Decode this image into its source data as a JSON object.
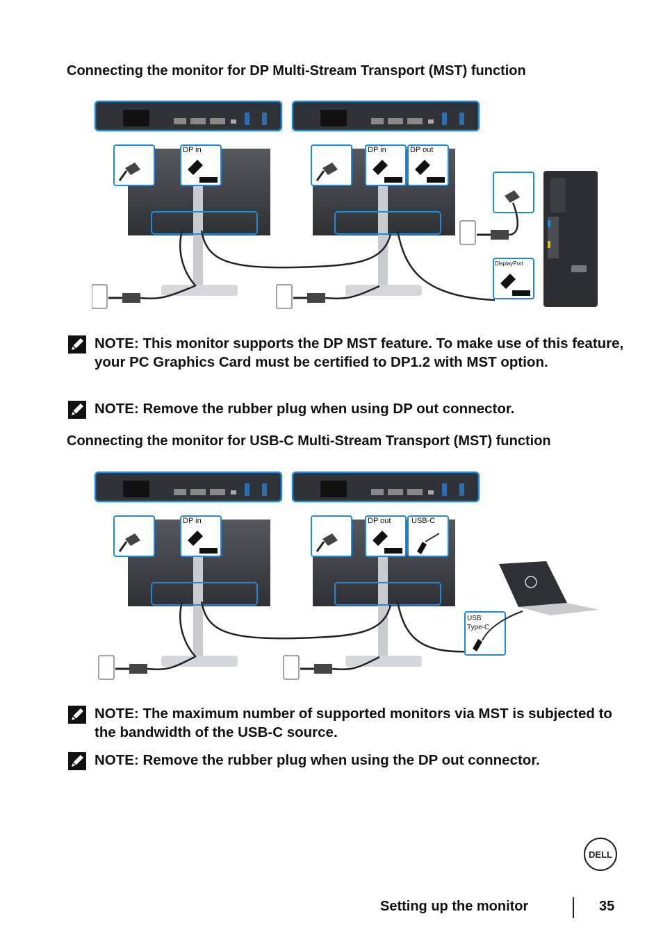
{
  "section1": {
    "heading": "Connecting the monitor for DP Multi-Stream Transport (MST) function",
    "labels": {
      "dp_in": "DP in",
      "dp_in_2": "DP in",
      "dp_out": "DP out",
      "displayport": "DisplayPort"
    }
  },
  "notes1": [
    "NOTE: This monitor supports the DP MST feature. To make use of this feature, your PC Graphics Card must be certified to DP1.2 with MST option.",
    "NOTE: Remove the rubber plug when using DP out connector."
  ],
  "section2": {
    "heading": "Connecting the monitor for USB-C Multi-Stream Transport (MST) function",
    "labels": {
      "dp_in": "DP in",
      "dp_out": "DP out",
      "usb_c": "USB-C",
      "usb": "USB",
      "type_c": "Type-C"
    }
  },
  "notes2": [
    "NOTE: The maximum number of supported monitors via MST is subjected to the bandwidth of the USB-C source.",
    "NOTE: Remove the rubber plug when using the DP out connector."
  ],
  "footer": {
    "section_title": "Setting up the monitor",
    "page_number": "35",
    "logo_text": "DELL"
  },
  "colors": {
    "accent_blue": "#1f8ad6",
    "monitor_dark": "#3a3c40",
    "text": "#111111"
  },
  "icons": {
    "note": "pencil-note-icon",
    "logo": "dell-logo-icon"
  }
}
